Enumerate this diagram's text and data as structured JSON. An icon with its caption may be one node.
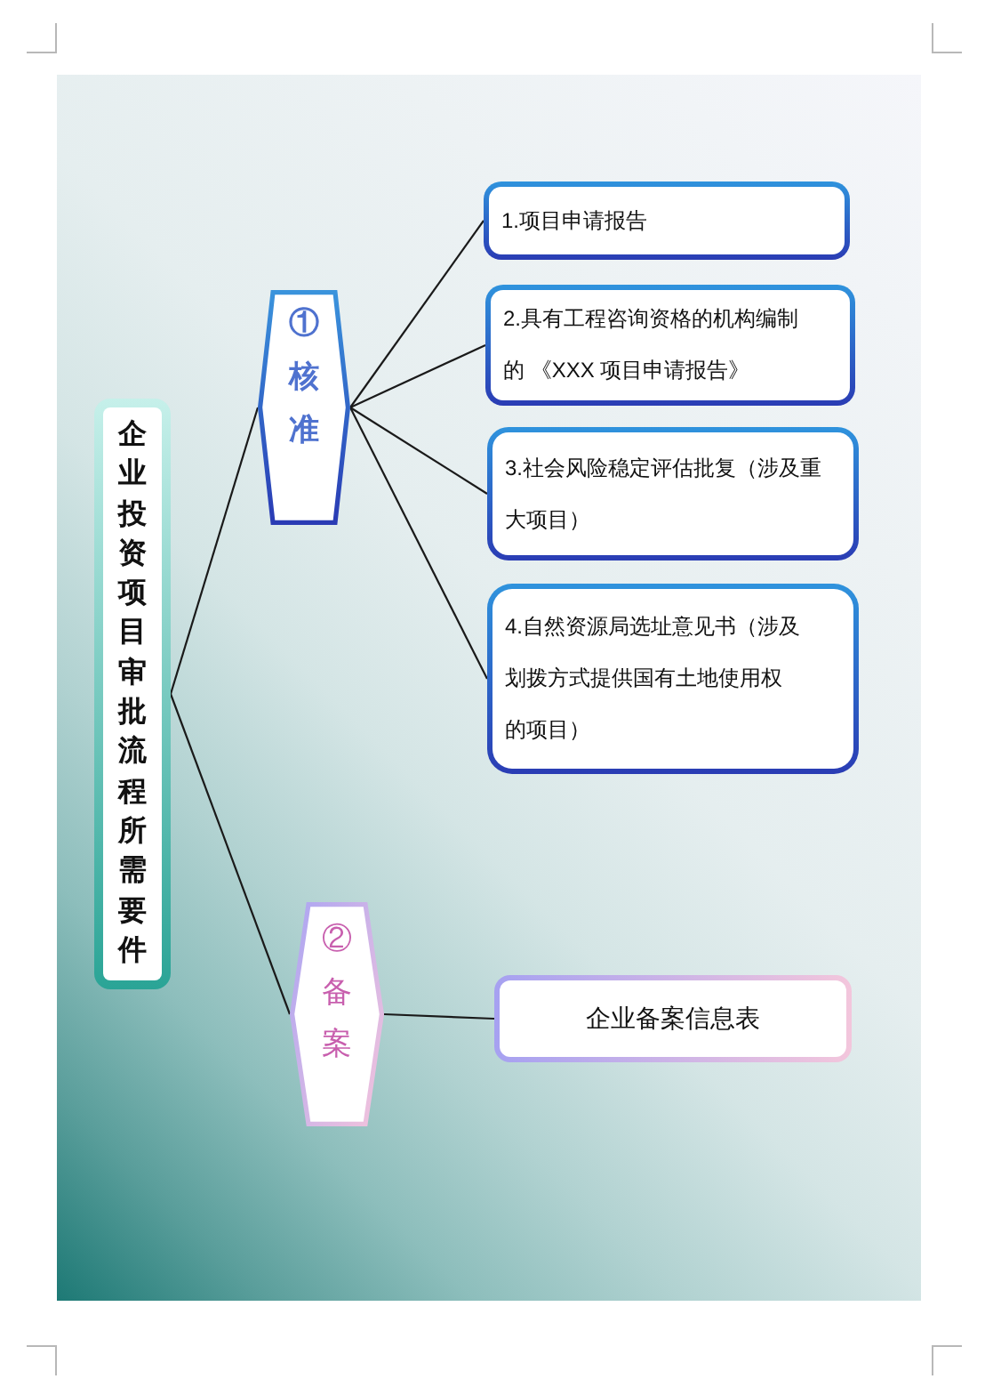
{
  "diagram": {
    "nodes": [
      {
        "text": [
          "企业投资项目审批流程所需要件"
        ]
      },
      {
        "text": [
          "①核准"
        ]
      },
      {
        "text": [
          "1.项目申请报告"
        ]
      },
      {
        "text": [
          "2.具有工程咨询资格的机构编制的 《XXX 项目申请报告》"
        ]
      },
      {
        "text": [
          "3.社会风险稳定评估批复（涉及重大项目）"
        ]
      },
      {
        "text": [
          "4.自然资源局选址意见书（涉及划拨方式提供国有土地使用权的项目）"
        ]
      },
      {
        "text": [
          "②备案"
        ]
      },
      {
        "text": [
          "企业备案信息表"
        ]
      }
    ],
    "edges": [
      {
        "from": 0,
        "to": 1,
        "arrow": "none"
      },
      {
        "from": 1,
        "to": 2,
        "arrow": "none"
      },
      {
        "from": 1,
        "to": 3,
        "arrow": "none"
      },
      {
        "from": 1,
        "to": 4,
        "arrow": "none"
      },
      {
        "from": 1,
        "to": 5,
        "arrow": "none"
      },
      {
        "from": 0,
        "to": 6,
        "arrow": "none"
      },
      {
        "from": 6,
        "to": 7,
        "arrow": "none"
      }
    ]
  }
}
